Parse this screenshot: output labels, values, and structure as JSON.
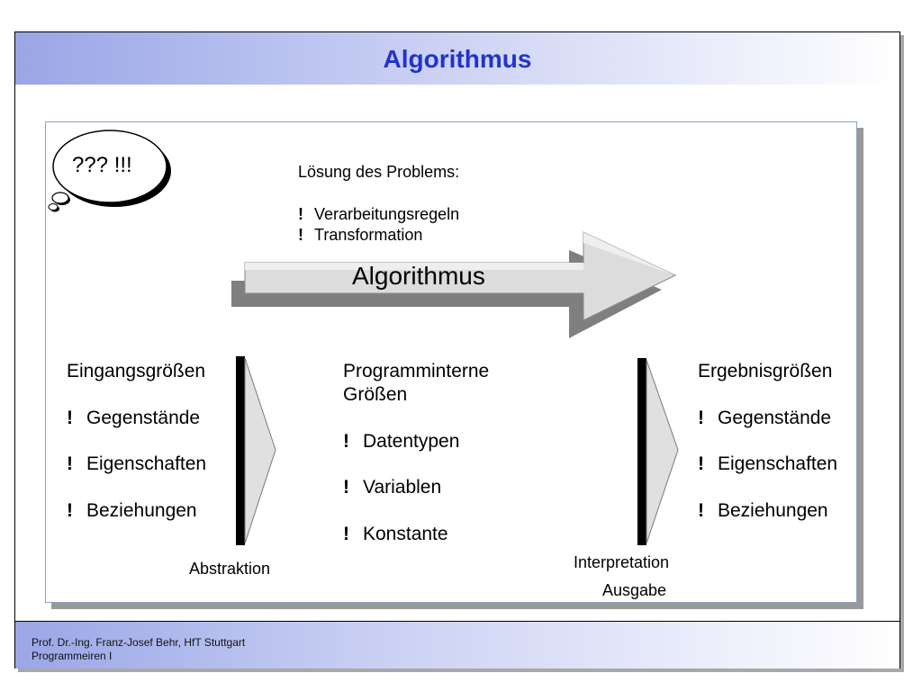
{
  "slide": {
    "title": "Algorithmus"
  },
  "bubble": {
    "text": "??? !!!"
  },
  "solution": {
    "heading": "Lösung des Problems:",
    "items": [
      "Verarbeitungsregeln",
      "Transformation"
    ],
    "bullet": "!"
  },
  "main_arrow": {
    "label": "Algorithmus"
  },
  "input_column": {
    "heading": "Eingangsgrößen",
    "items": [
      "Gegenstände",
      "Eigenschaften",
      "Beziehungen"
    ]
  },
  "internal_column": {
    "heading_line1": "Programminterne",
    "heading_line2": "Größen",
    "items": [
      "Datentypen",
      "Variablen",
      "Konstante"
    ]
  },
  "output_column": {
    "heading": "Ergebnisgrößen",
    "items": [
      "Gegenstände",
      "Eigenschaften",
      "Beziehungen"
    ]
  },
  "connectors": {
    "left_label": "Abstraktion",
    "right_label_1": "Interpretation",
    "right_label_2": "Ausgabe"
  },
  "footer": {
    "line1": "Prof. Dr.-Ing. Franz-Josef Behr, HfT Stuttgart",
    "line2": "Programmeiren I"
  },
  "colors": {
    "title": "#2233cc",
    "band_start": "#9aa6e6",
    "arrow_fill": "#d9d9d9",
    "arrow_shadow": "#808080"
  }
}
